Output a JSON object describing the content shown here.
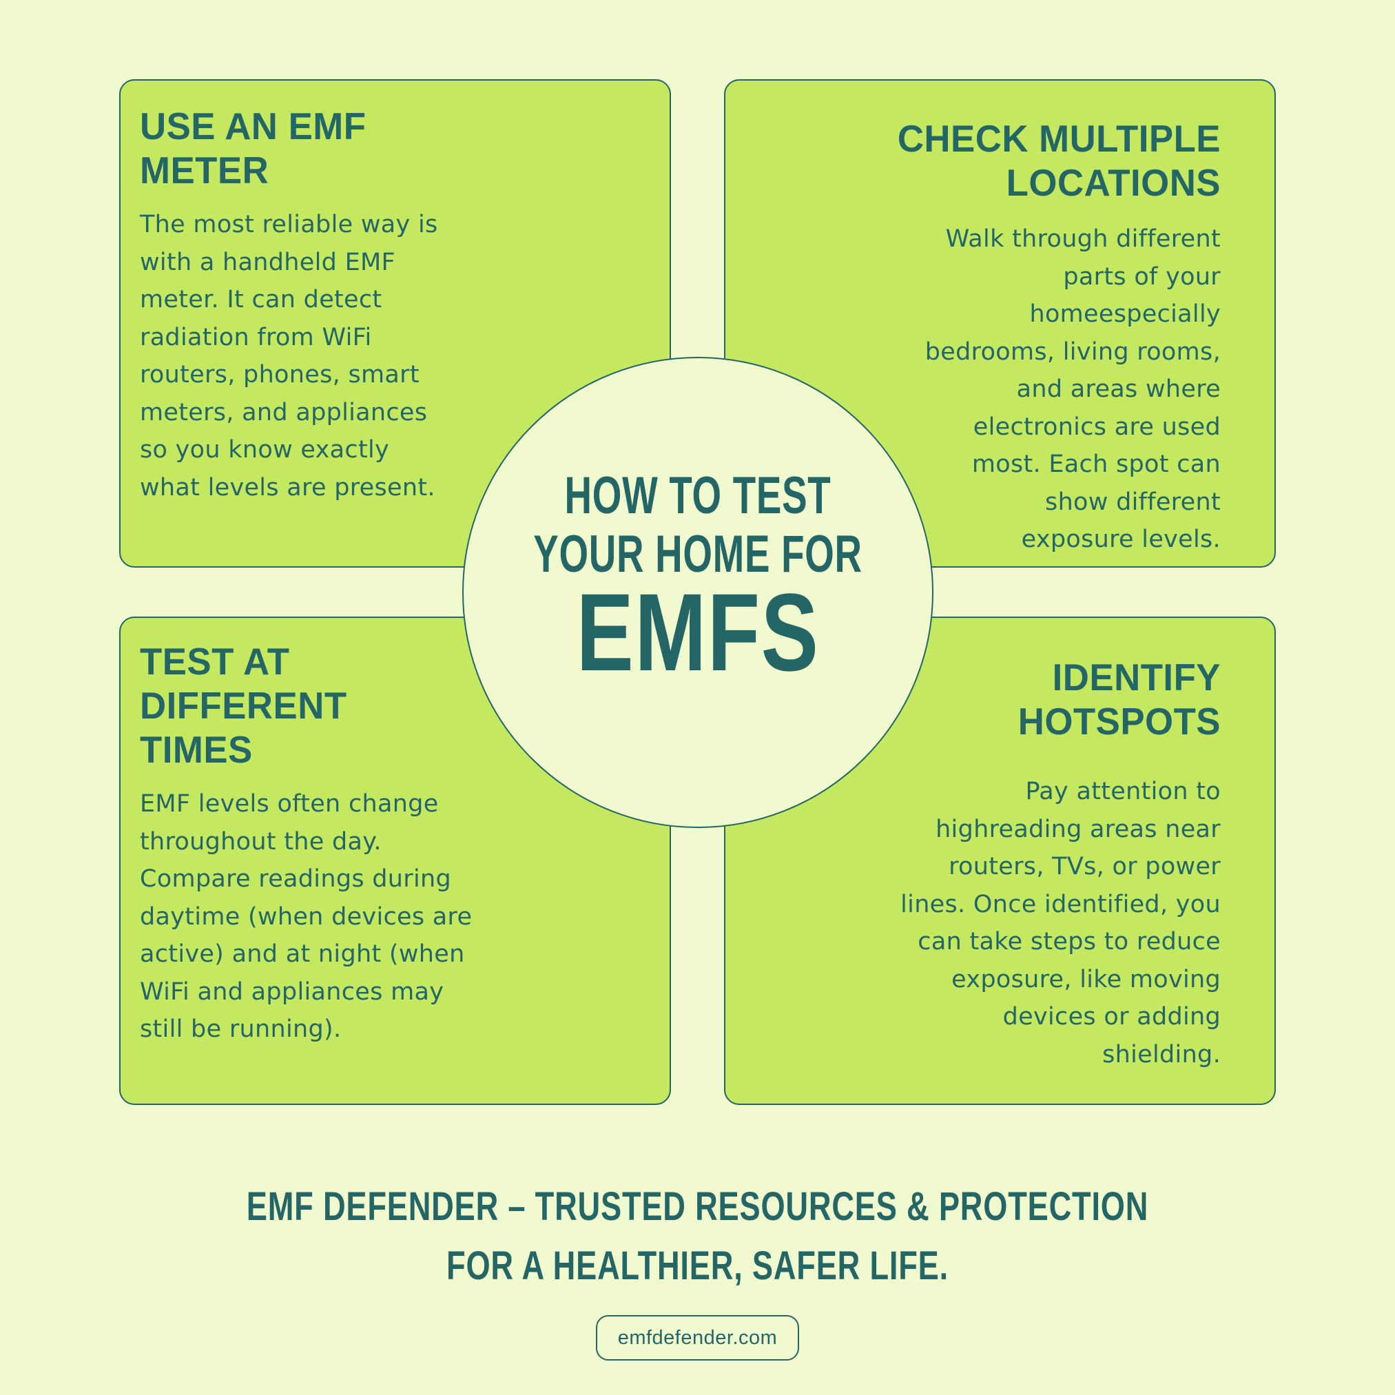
{
  "colors": {
    "background": "#f1f9cf",
    "card": "#c5e861",
    "text": "#246666",
    "border": "#246666"
  },
  "title": {
    "line1": "HOW TO TEST",
    "line2": "YOUR HOME FOR",
    "emphasis": "EMFS"
  },
  "cards": [
    {
      "position": "top-left",
      "heading_lines": [
        "USE AN EMF",
        "METER"
      ],
      "body_lines": [
        "The most reliable way is",
        "with a handheld EMF",
        "meter. It can detect",
        "radiation from WiFi",
        "routers, phones, smart",
        "meters, and appliances",
        "so you know exactly",
        "what levels are present."
      ]
    },
    {
      "position": "top-right",
      "heading_lines": [
        "CHECK MULTIPLE",
        "LOCATIONS"
      ],
      "body_lines": [
        "Walk through different",
        "parts of your",
        "homeespecially",
        "bedrooms, living rooms,",
        "and areas where",
        "electronics are used",
        "most. Each spot can",
        "show different",
        "exposure levels."
      ]
    },
    {
      "position": "bottom-left",
      "heading_lines": [
        "TEST AT",
        "DIFFERENT",
        "TIMES"
      ],
      "body_lines": [
        "EMF levels often change",
        "throughout the day.",
        "Compare readings during",
        "daytime (when devices are",
        "active) and at night (when",
        "WiFi and appliances may",
        "still be running)."
      ]
    },
    {
      "position": "bottom-right",
      "heading_lines": [
        "IDENTIFY",
        "HOTSPOTS"
      ],
      "body_lines": [
        "Pay attention to",
        "highreading areas near",
        "routers, TVs, or power",
        "lines. Once identified, you",
        "can take steps to reduce",
        "exposure, like moving",
        "devices or adding",
        "shielding."
      ]
    }
  ],
  "footer": {
    "tagline_line1": "EMF DEFENDER – TRUSTED RESOURCES & PROTECTION",
    "tagline_line2": "FOR A HEALTHIER, SAFER LIFE.",
    "url": "emfdefender.com"
  }
}
